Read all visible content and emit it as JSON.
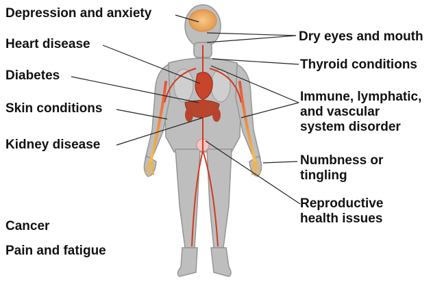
{
  "labels": {
    "depression": "Depression and anxiety",
    "heart": "Heart disease",
    "diabetes": "Diabetes",
    "skin": "Skin conditions",
    "kidney": "Kidney disease",
    "cancer": "Cancer",
    "pain": "Pain and fatigue",
    "dry_eyes": "Dry eyes and mouth",
    "thyroid": "Thyroid conditions",
    "immune": [
      "Immune, lymphatic,",
      "and vascular",
      "system disorder"
    ],
    "numbness": [
      "Numbness or",
      "tingling"
    ],
    "reproductive": [
      "Reproductive",
      "health issues"
    ]
  },
  "colors": {
    "body_fill": "#b9b9b9",
    "body_stroke": "#8c8c8c",
    "organ": "#c8442a",
    "vessel": "#d23a1e",
    "nerve": "#f3b23c",
    "leader_line": "#222222"
  }
}
